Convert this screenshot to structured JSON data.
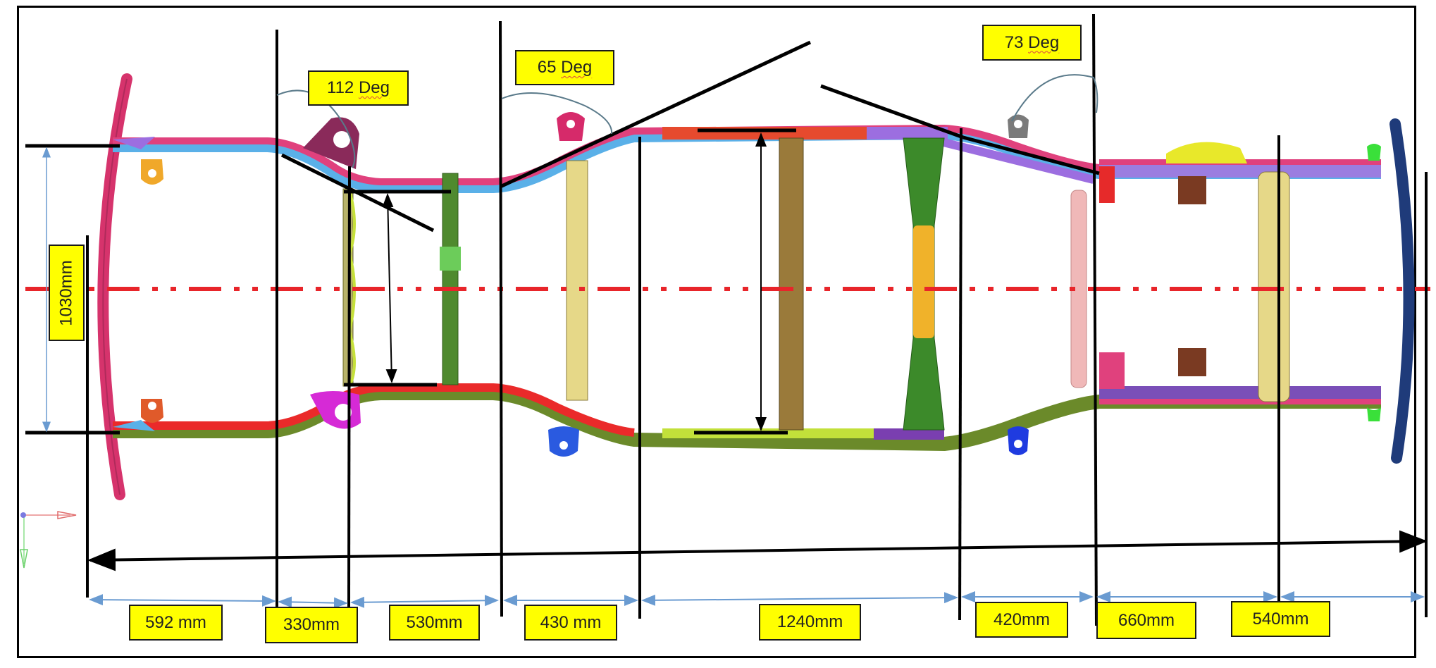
{
  "diagram": {
    "type": "vehicle-chassis-ladder-frame-top-view",
    "colors": {
      "annotation_box": "#ffff00",
      "centerline": "#e8252a",
      "dimension_arrow": "#6a9bd1",
      "reference_line": "#000000"
    },
    "width_dimension": {
      "value": "1030mm"
    },
    "angle_labels": [
      {
        "id": "angle-1",
        "number": "112",
        "unit": "Deg"
      },
      {
        "id": "angle-2",
        "number": "65",
        "unit": "Deg"
      },
      {
        "id": "angle-3",
        "number": "73",
        "unit": "Deg"
      }
    ],
    "length_segments": [
      {
        "label": "592 mm",
        "value_mm": 592
      },
      {
        "label": "330mm",
        "value_mm": 330
      },
      {
        "label": "530mm",
        "value_mm": 530
      },
      {
        "label": "430 mm",
        "value_mm": 430
      },
      {
        "label": "1240mm",
        "value_mm": 1240
      },
      {
        "label": "420mm",
        "value_mm": 420
      },
      {
        "label": "660mm",
        "value_mm": 660
      },
      {
        "label": "540mm",
        "value_mm": 540
      }
    ]
  }
}
